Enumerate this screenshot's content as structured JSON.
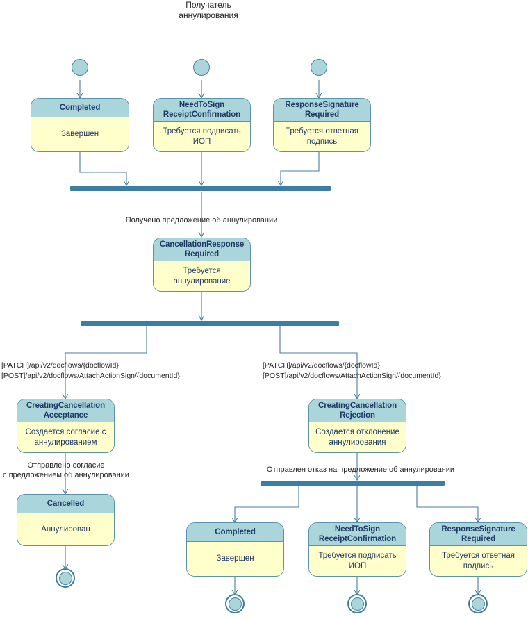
{
  "diagram": {
    "type": "uml-activity-state-diagram",
    "title": "Получатель\nаннулирования",
    "colors": {
      "state_header": "#a9d5db",
      "state_body": "#ffffcc",
      "state_border": "#5b93ae",
      "state_text": "#1f3864",
      "bar": "#3b7ea4",
      "edge": "#4a7e99",
      "label_text": "#222222",
      "background": "#ffffff"
    }
  },
  "states": {
    "completed_top": {
      "name": "Completed",
      "description": "Завершен"
    },
    "need_to_sign_top": {
      "name": "NeedToSign\nReceiptConfirmation",
      "description": "Требуется подписать\nИОП"
    },
    "response_signature_top": {
      "name": "ResponseSignature\nRequired",
      "description": "Требуется ответная\nподпись"
    },
    "cancellation_response_required": {
      "name": "CancellationResponse\nRequired",
      "description": "Требуется\nаннулирование"
    },
    "creating_cancellation_acceptance": {
      "name": "CreatingCancellation\nAcceptance",
      "description": "Создается согласие с\nаннулированием"
    },
    "creating_cancellation_rejection": {
      "name": "CreatingCancellation\nRejection",
      "description": "Создается отклонение\nаннулирования"
    },
    "cancelled": {
      "name": "Cancelled",
      "description": "Аннулирован"
    },
    "completed_bottom": {
      "name": "Completed",
      "description": "Завершен"
    },
    "need_to_sign_bottom": {
      "name": "NeedToSign\nReceiptConfirmation",
      "description": "Требуется подписать\nИОП"
    },
    "response_signature_bottom": {
      "name": "ResponseSignature\nRequired",
      "description": "Требуется ответная\nподпись"
    }
  },
  "labels": {
    "cancellation_offer_received": "Получено предложение об аннулировании",
    "api_left": "[PATCH]/api/v2/docflows/{docflowId}\n[POST]/api/v2/docflows/AttachActionSign/{documentId}",
    "api_right": "[PATCH]/api/v2/docflows/{docflowId}\n[POST]/api/v2/docflows/AttachActionSign/{documentId}",
    "acceptance_sent": "Отправлено согласие\nс предложением об аннулировании",
    "rejection_sent": "Отправлен отказ на предложение об аннулировании"
  }
}
